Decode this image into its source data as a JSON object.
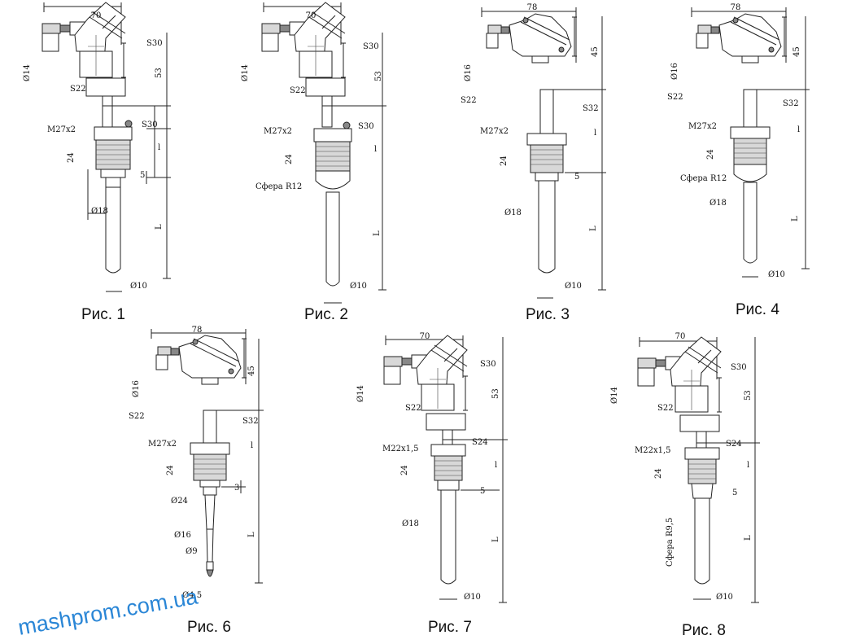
{
  "figures": [
    {
      "id": "fig1",
      "caption": "Рис. 1",
      "width": "70",
      "cable_dia": "Ø14",
      "cable_s": "S22",
      "head_s": "S30",
      "head_h": "53",
      "thread": "M27x2",
      "fit_s": "S30",
      "fit_h": "24",
      "gap": "5",
      "l_small": "l",
      "sheath_dia": "Ø18",
      "length": "L",
      "tip_dia": "Ø10"
    },
    {
      "id": "fig2",
      "caption": "Рис. 2",
      "width": "70",
      "cable_dia": "Ø14",
      "cable_s": "S22",
      "head_s": "S30",
      "head_h": "53",
      "thread": "M27x2",
      "fit_s": "S30",
      "fit_h": "24",
      "l_small": "l",
      "sphere": "Сфера R12",
      "length": "L",
      "tip_dia": "Ø10"
    },
    {
      "id": "fig3",
      "caption": "Рис. 3",
      "width": "78",
      "cable_dia": "Ø16",
      "cable_s": "S22",
      "head_h": "45",
      "neck_s": "S32",
      "thread": "M27x2",
      "fit_h": "24",
      "gap": "5",
      "l_small": "l",
      "sheath_dia": "Ø18",
      "length": "L",
      "tip_dia": "Ø10"
    },
    {
      "id": "fig4",
      "caption": "Рис. 4",
      "width": "78",
      "cable_dia": "Ø16",
      "cable_s": "S22",
      "head_h": "45",
      "neck_s": "S32",
      "thread": "M27x2",
      "fit_h": "24",
      "l_small": "l",
      "sphere": "Сфера R12",
      "sheath_dia": "Ø18",
      "length": "L",
      "tip_dia": "Ø10"
    },
    {
      "id": "fig6",
      "caption": "Рис. 6",
      "width": "78",
      "cable_dia": "Ø16",
      "cable_s": "S22",
      "head_h": "45",
      "neck_s": "S32",
      "thread": "M27x2",
      "fit_h": "24",
      "gap": "3",
      "l_small": "l",
      "sheath_dia": "Ø24",
      "mid_dia": "Ø16",
      "small_dia": "Ø9",
      "length": "L",
      "tip_dia": "Ø4,5"
    },
    {
      "id": "fig7",
      "caption": "Рис. 7",
      "width": "70",
      "cable_dia": "Ø14",
      "cable_s": "S22",
      "head_s": "S30",
      "head_h": "53",
      "thread": "M22x1,5",
      "fit_s": "S24",
      "fit_h": "24",
      "gap": "5",
      "l_small": "l",
      "sheath_dia": "Ø18",
      "length": "L",
      "tip_dia": "Ø10"
    },
    {
      "id": "fig8",
      "caption": "Рис. 8",
      "width": "70",
      "cable_dia": "Ø14",
      "cable_s": "S22",
      "head_s": "S30",
      "head_h": "53",
      "thread": "M22x1,5",
      "fit_s": "S24",
      "fit_h": "24",
      "gap": "5",
      "l_small": "l",
      "sphere": "Сфера R9,5",
      "length": "L",
      "tip_dia": "Ø10"
    }
  ],
  "watermark": "mashprom.com.ua"
}
